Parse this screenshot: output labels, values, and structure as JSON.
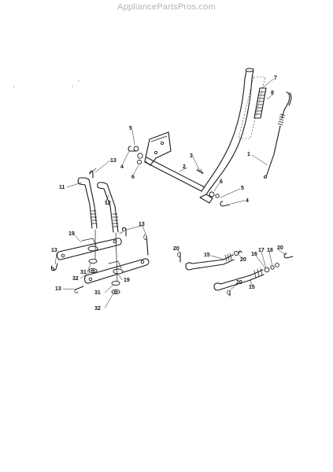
{
  "header": {
    "site": "AppliancePartsPros.com"
  },
  "callouts": [
    {
      "id": "c7",
      "text": "7"
    },
    {
      "id": "c8",
      "text": "8"
    },
    {
      "id": "c1",
      "text": "1"
    },
    {
      "id": "c5a",
      "text": "5"
    },
    {
      "id": "c4a",
      "text": "4"
    },
    {
      "id": "c6a",
      "text": "6"
    },
    {
      "id": "c3",
      "text": "3"
    },
    {
      "id": "c2",
      "text": "2"
    },
    {
      "id": "c6b",
      "text": "6"
    },
    {
      "id": "c5b",
      "text": "5"
    },
    {
      "id": "c4b",
      "text": "4"
    },
    {
      "id": "c13a",
      "text": "13"
    },
    {
      "id": "c11",
      "text": "11"
    },
    {
      "id": "c12",
      "text": "12"
    },
    {
      "id": "c13b",
      "text": "13"
    },
    {
      "id": "c19a",
      "text": "19"
    },
    {
      "id": "c13c",
      "text": "13"
    },
    {
      "id": "c31a",
      "text": "31"
    },
    {
      "id": "c32a",
      "text": "32"
    },
    {
      "id": "c19b",
      "text": "19"
    },
    {
      "id": "c13d",
      "text": "13"
    },
    {
      "id": "c31b",
      "text": "31"
    },
    {
      "id": "c32b",
      "text": "32"
    },
    {
      "id": "c20a",
      "text": "20"
    },
    {
      "id": "c15a",
      "text": "15"
    },
    {
      "id": "c20b",
      "text": "20"
    },
    {
      "id": "c17",
      "text": "17"
    },
    {
      "id": "c18",
      "text": "18"
    },
    {
      "id": "c20c",
      "text": "20"
    },
    {
      "id": "c16",
      "text": "16"
    },
    {
      "id": "c20d",
      "text": "20"
    },
    {
      "id": "c15b",
      "text": "15"
    }
  ]
}
